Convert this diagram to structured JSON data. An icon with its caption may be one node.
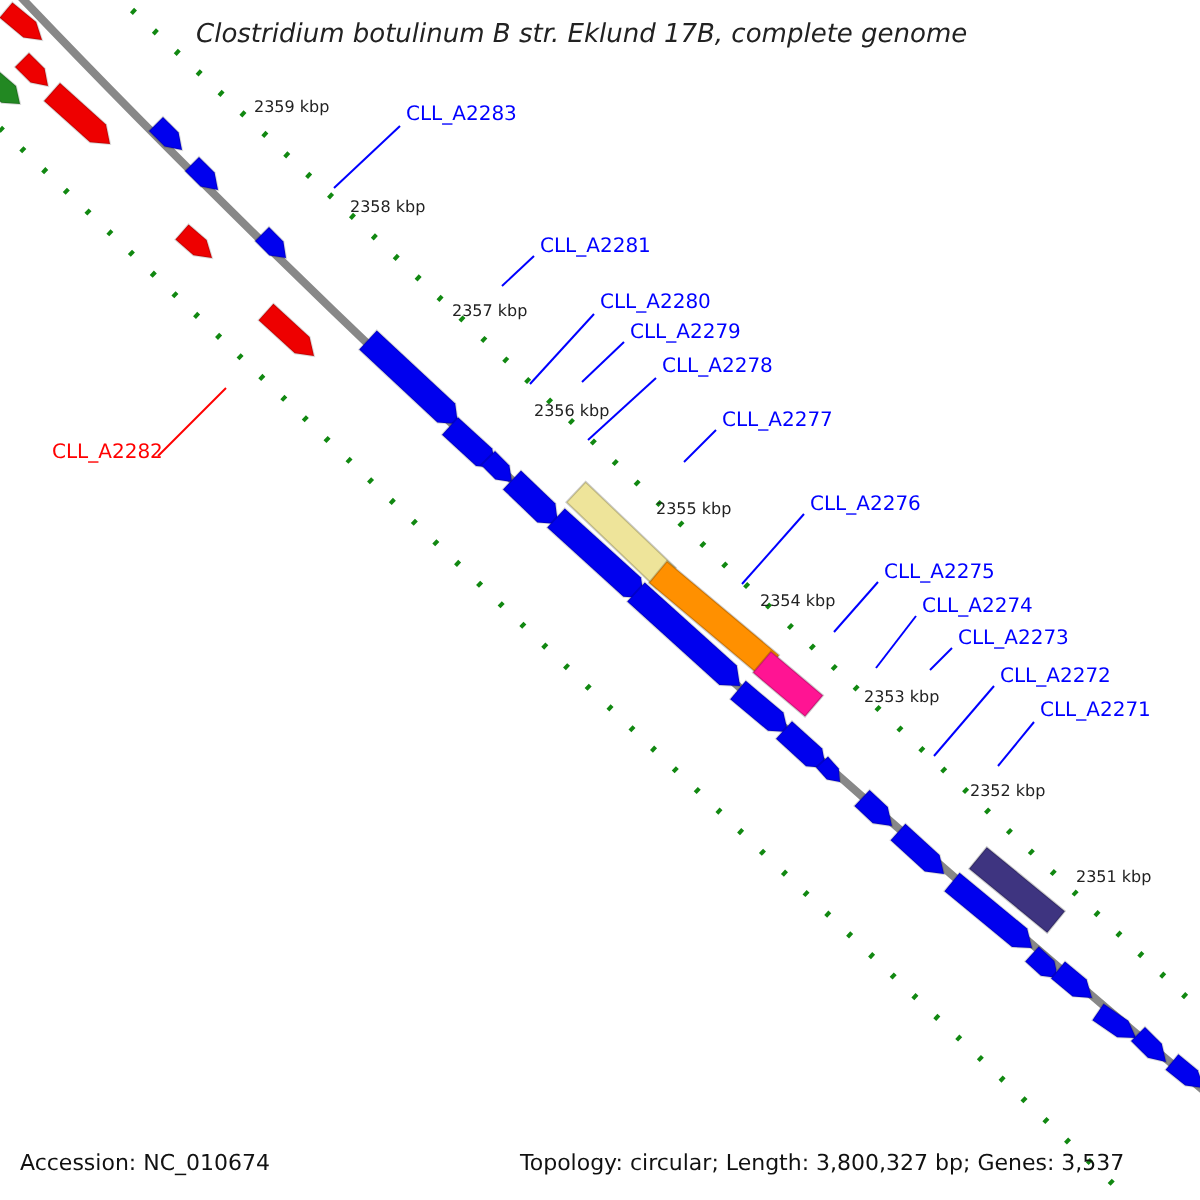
{
  "diagram": {
    "title": "Clostridium botulinum B str. Eklund 17B, complete genome",
    "nodes": [
      {
        "text": [
          "CLL_A2283"
        ]
      },
      {
        "text": [
          "CLL_A2281"
        ]
      },
      {
        "text": [
          "CLL_A2280"
        ]
      },
      {
        "text": [
          "CLL_A2279"
        ]
      },
      {
        "text": [
          "CLL_A2278"
        ]
      },
      {
        "text": [
          "CLL_A2277"
        ]
      },
      {
        "text": [
          "CLL_A2282"
        ]
      },
      {
        "text": [
          "CLL_A2276"
        ]
      },
      {
        "text": [
          "CLL_A2275"
        ]
      },
      {
        "text": [
          "CLL_A2274"
        ]
      },
      {
        "text": [
          "CLL_A2273"
        ]
      },
      {
        "text": [
          "CLL_A2272"
        ]
      },
      {
        "text": [
          "CLL_A2271"
        ]
      }
    ],
    "edges": [
      {
        "from": 0,
        "to": null,
        "arrow": "none"
      },
      {
        "from": 1,
        "to": null,
        "arrow": "none"
      },
      {
        "from": 2,
        "to": null,
        "arrow": "none"
      },
      {
        "from": 3,
        "to": null,
        "arrow": "none"
      },
      {
        "from": 4,
        "to": null,
        "arrow": "none"
      },
      {
        "from": 5,
        "to": null,
        "arrow": "none"
      },
      {
        "from": 6,
        "to": null,
        "arrow": "none",
        "color": "#ff0000"
      },
      {
        "from": 7,
        "to": null,
        "arrow": "none"
      },
      {
        "from": 8,
        "to": null,
        "arrow": "none"
      },
      {
        "from": 9,
        "to": null,
        "arrow": "none"
      },
      {
        "from": 10,
        "to": null,
        "arrow": "none"
      },
      {
        "from": 11,
        "to": null,
        "arrow": "none"
      },
      {
        "from": 12,
        "to": null,
        "arrow": "none"
      }
    ],
    "labels": [
      "2359 kbp",
      "2358 kbp",
      "2357 kbp",
      "2356 kbp",
      "2355 kbp",
      "2354 kbp",
      "2353 kbp",
      "2352 kbp",
      "2351 kbp",
      "Accession: NC_010674",
      "Topology: circular; Length: 3,800,327 bp; Genes: 3,537"
    ]
  }
}
